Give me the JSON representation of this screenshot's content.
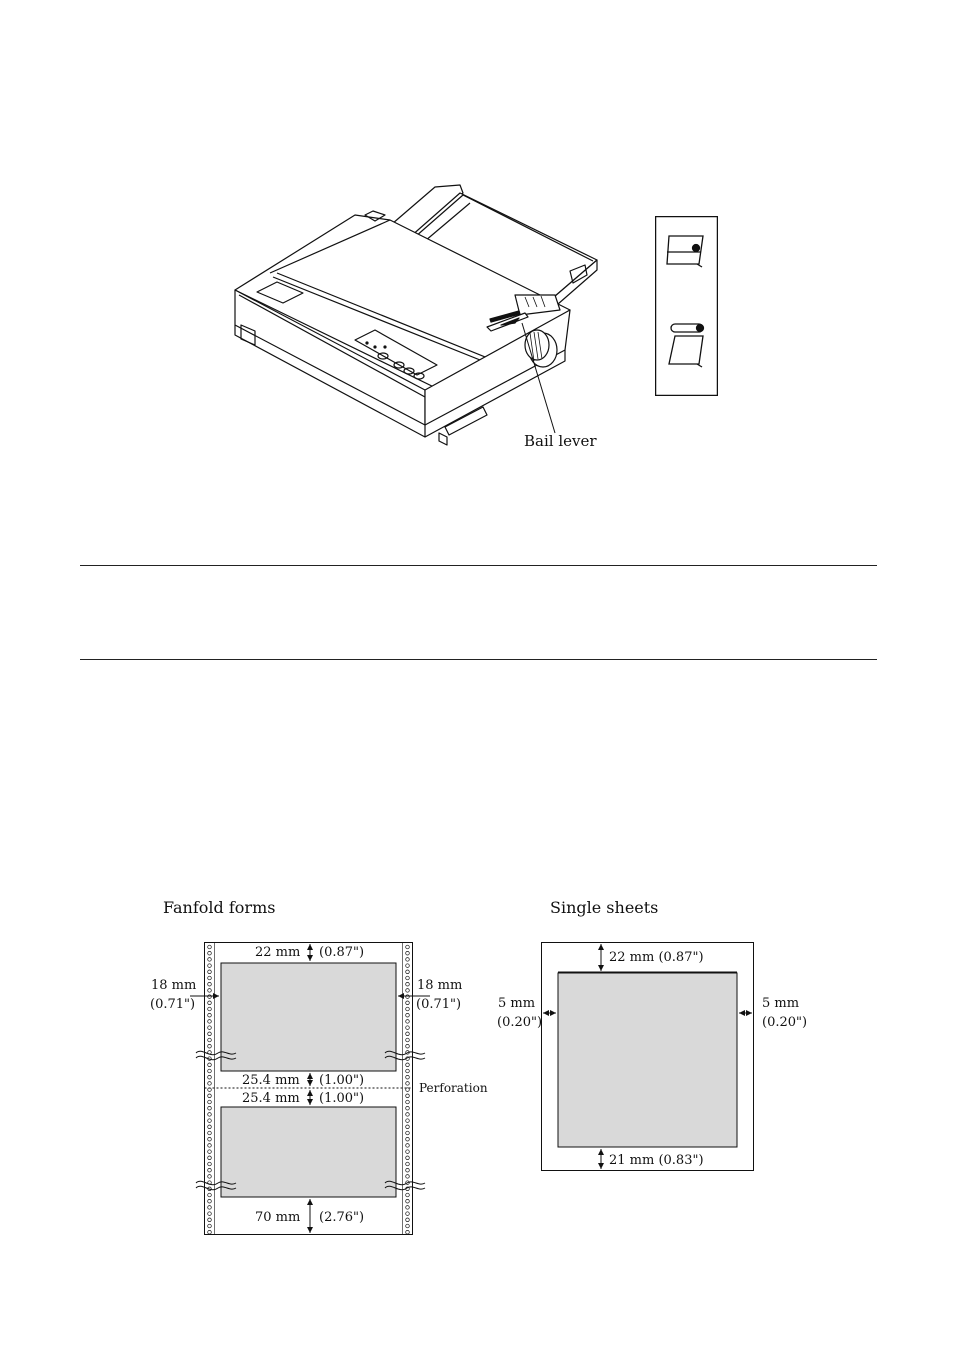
{
  "printer_figure": {
    "callout": "Bail lever"
  },
  "fanfold": {
    "title": "Fanfold forms",
    "top_margin_mm": "22 mm",
    "top_margin_in": "(0.87\")",
    "left_margin_mm": "18 mm",
    "left_margin_in": "(0.71\")",
    "right_margin_mm": "18 mm",
    "right_margin_in": "(0.71\")",
    "perf_above_mm": "25.4 mm",
    "perf_above_in": "(1.00\")",
    "perf_below_mm": "25.4 mm",
    "perf_below_in": "(1.00\")",
    "perforation_label": "Perforation",
    "bottom_margin_mm": "70 mm",
    "bottom_margin_in": "(2.76\")"
  },
  "single": {
    "title": "Single sheets",
    "top_margin": "22 mm (0.87\")",
    "left_margin_mm": "5 mm",
    "left_margin_in": "(0.20\")",
    "right_margin_mm": "5 mm",
    "right_margin_in": "(0.20\")",
    "bottom_margin": "21 mm (0.83\")"
  },
  "colors": {
    "print_area": "#d9d9d9",
    "line": "#111111"
  }
}
